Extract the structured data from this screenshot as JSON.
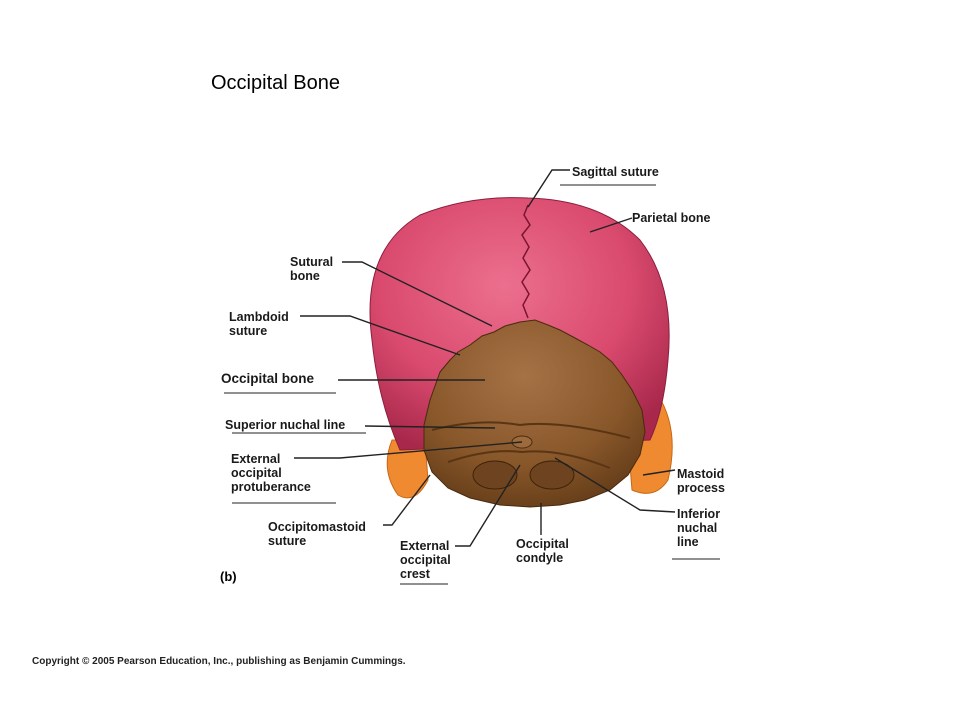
{
  "title": "Occipital Bone",
  "labels": {
    "sagittal_suture": "Sagittal suture",
    "parietal_bone": "Parietal bone",
    "sutural_bone_1": "Sutural",
    "sutural_bone_2": "bone",
    "lambdoid_suture_1": "Lambdoid",
    "lambdoid_suture_2": "suture",
    "occipital_bone": "Occipital bone",
    "superior_nuchal_line": "Superior nuchal line",
    "ext_occ_protuberance_1": "External",
    "ext_occ_protuberance_2": "occipital",
    "ext_occ_protuberance_3": "protuberance",
    "mastoid_process_1": "Mastoid",
    "mastoid_process_2": "process",
    "inferior_nuchal_line_1": "Inferior",
    "inferior_nuchal_line_2": "nuchal",
    "inferior_nuchal_line_3": "line",
    "occipitomastoid_suture_1": "Occipitomastoid",
    "occipitomastoid_suture_2": "suture",
    "ext_occ_crest_1": "External",
    "ext_occ_crest_2": "occipital",
    "ext_occ_crest_3": "crest",
    "occipital_condyle_1": "Occipital",
    "occipital_condyle_2": "condyle"
  },
  "panel_label": "(b)",
  "copyright": "Copyright © 2005 Pearson Education, Inc., publishing as Benjamin Cummings.",
  "colors": {
    "parietal": "#d94a6e",
    "occipital": "#8a5a2e",
    "mastoid": "#f08a30",
    "leader": "#222222"
  }
}
